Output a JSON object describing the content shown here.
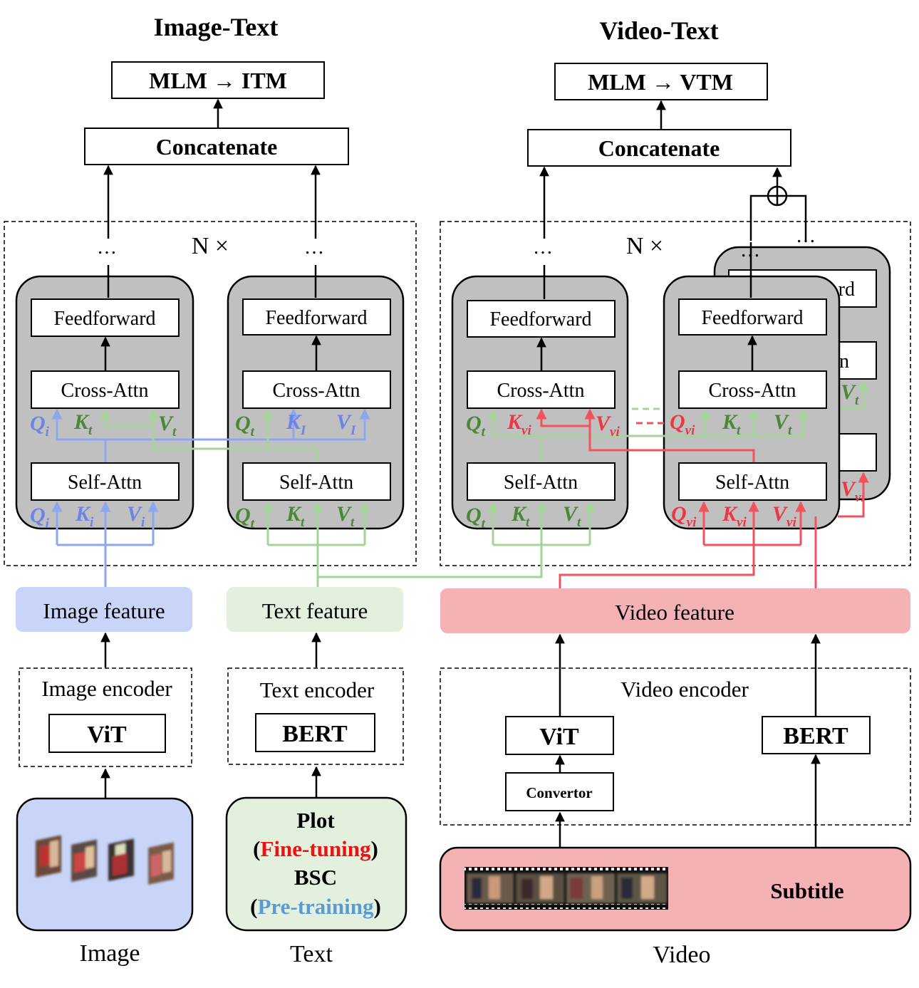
{
  "image_text": {
    "title": "Image-Text",
    "task": "MLM → ITM",
    "concat": "Concatenate",
    "layer_repeat": "N ×",
    "ellipsis": "…",
    "feedforward": "Feedforward",
    "cross_attn": "Cross-Attn",
    "self_attn": "Self-Attn",
    "image_feature": "Image feature",
    "text_feature": "Text feature",
    "image_encoder": "Image encoder",
    "text_encoder": "Text encoder",
    "vit": "ViT",
    "bert": "BERT",
    "plot": "Plot",
    "fine_tuning": "Fine-tuning",
    "bsc": "BSC",
    "pre_training": "Pre-training",
    "open_paren": "(",
    "close_paren": ")",
    "image_caption": "Image",
    "text_caption": "Text"
  },
  "video_text": {
    "title": "Video-Text",
    "task": "MLM → VTM",
    "concat": "Concatenate",
    "layer_repeat": "N ×",
    "ellipsis": "…",
    "feedforward": "Feedforward",
    "cross_attn": "Cross-Attn",
    "self_attn": "Self-Attn",
    "back_feedforward_partial": "rd",
    "back_cross_partial": "n",
    "video_feature": "Video feature",
    "video_encoder": "Video encoder",
    "vit": "ViT",
    "bert": "BERT",
    "convertor": "Convertor",
    "subtitle": "Subtitle",
    "video_caption": "Video"
  },
  "symbols": {
    "Q": "Q",
    "K": "K",
    "V": "V",
    "i": "i",
    "t": "t",
    "I": "I",
    "vi": "vi"
  },
  "colors": {
    "image": "#8ea6ee",
    "text": "#a6d39a",
    "video": "#f2525e",
    "image_fill": "#c9d5f8",
    "text_fill": "#e3f0de",
    "video_fill": "#f5b2b5",
    "block_fill": "#c0c0c0",
    "label_image": "#6f82e6",
    "label_text": "#4a8838",
    "label_video": "#ee3545",
    "fine_tuning": "#ee1111",
    "pre_training": "#5b9bd5"
  },
  "icons": [
    "image-frame-icon",
    "video-film-strip-icon",
    "sum-circle-icon"
  ]
}
